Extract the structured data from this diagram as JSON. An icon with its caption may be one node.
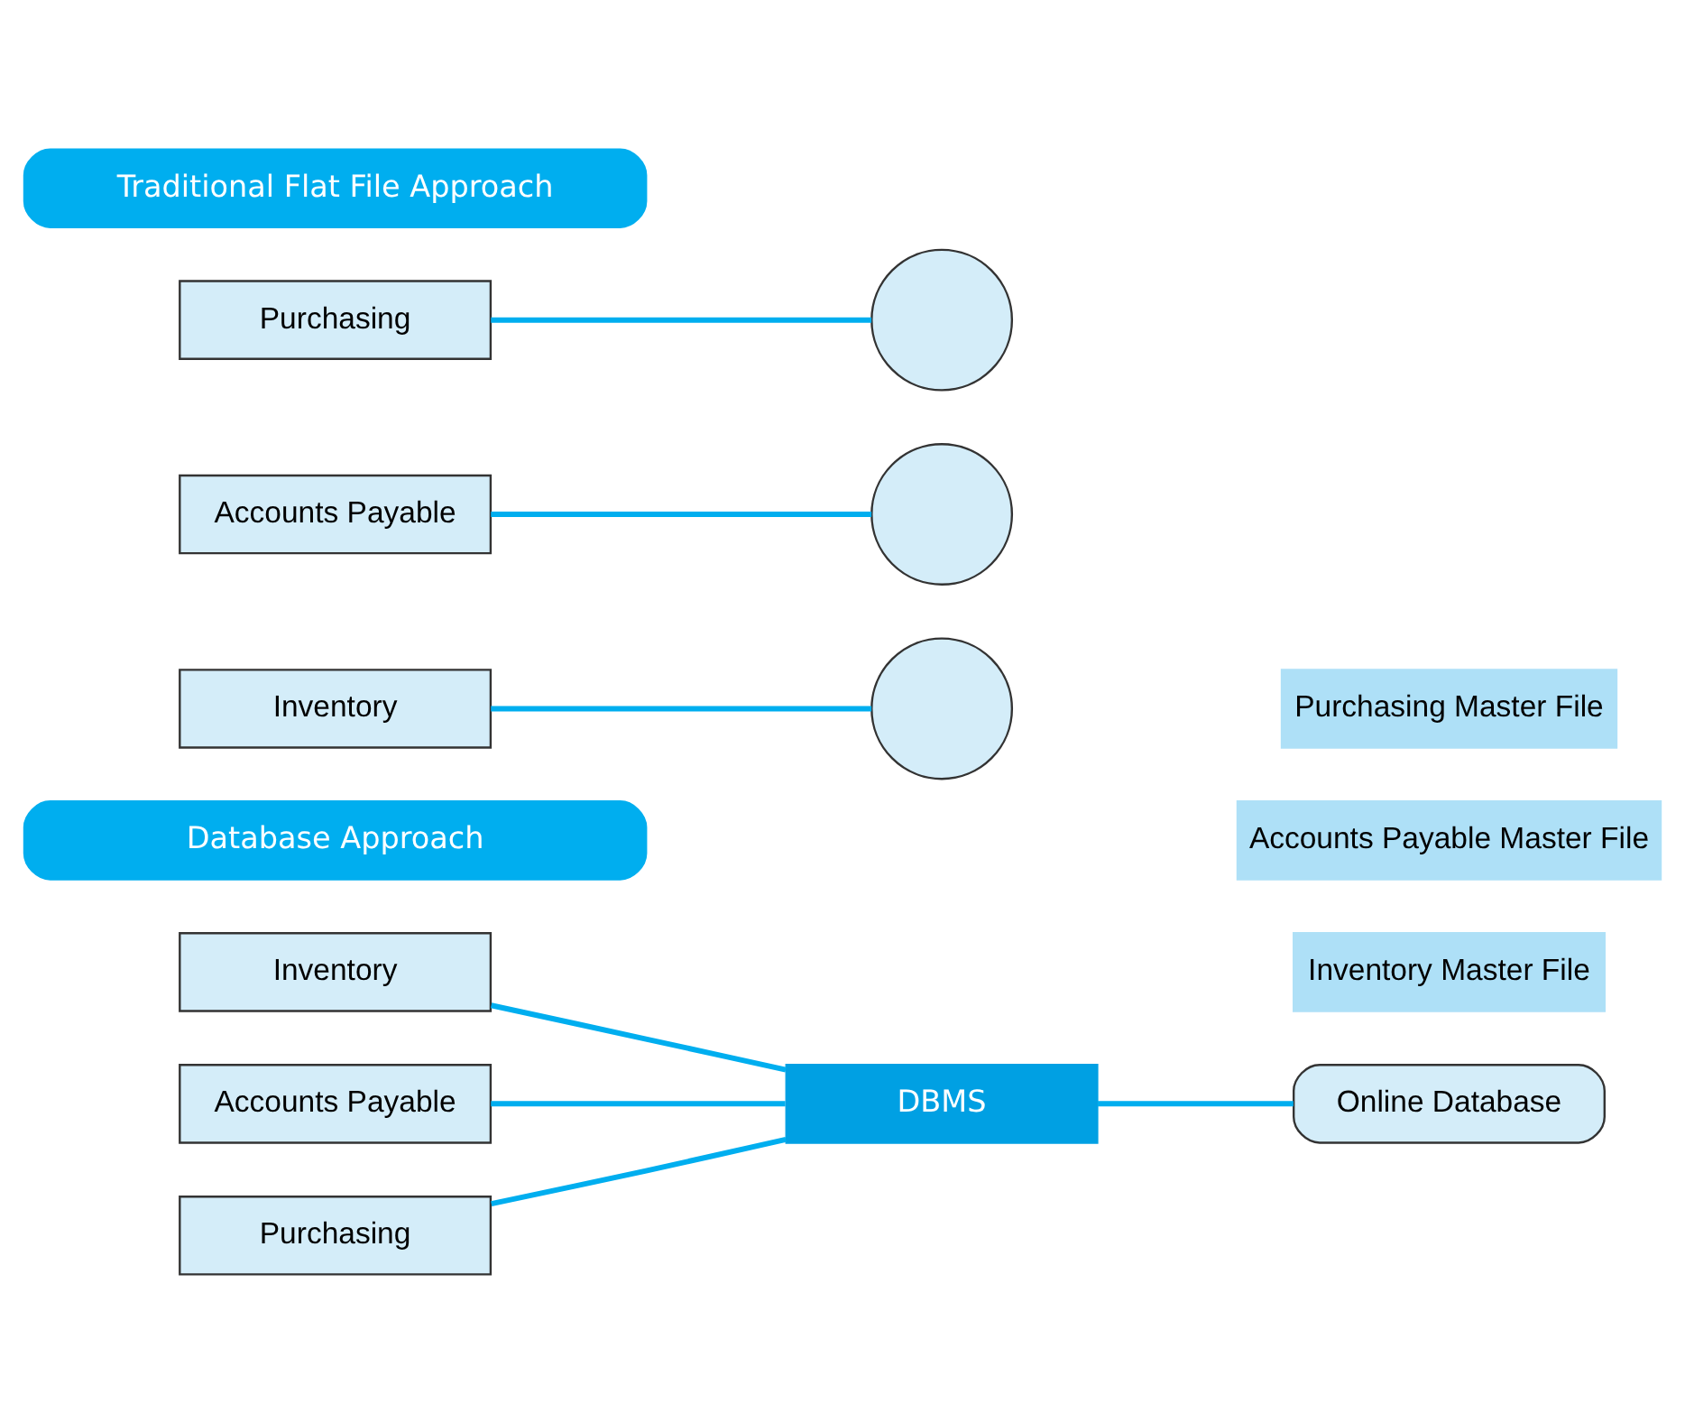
{
  "diagram": {
    "nodes": [
      {
        "text": [
          "Traditional Flat File Approach"
        ]
      },
      {
        "text": [
          "Purchasing"
        ]
      },
      {
        "text": [],
        "shape": "circle"
      },
      {
        "text": [
          "Purchasing Master File"
        ]
      },
      {
        "text": [
          "Accounts Payable"
        ]
      },
      {
        "text": [],
        "shape": "circle"
      },
      {
        "text": [
          "Accounts Payable Master File"
        ]
      },
      {
        "text": [
          "Inventory"
        ]
      },
      {
        "text": [],
        "shape": "circle"
      },
      {
        "text": [
          "Inventory Master File"
        ]
      },
      {
        "text": [
          "Database Approach"
        ]
      },
      {
        "text": [
          "Purchasing"
        ]
      },
      {
        "text": [
          "Accounts Payable"
        ]
      },
      {
        "text": [
          "DBMS"
        ]
      },
      {
        "text": [
          "Online Database"
        ]
      },
      {
        "text": [
          "Inventory"
        ]
      }
    ],
    "edges": [
      {
        "from": 1,
        "to": 2,
        "arrow": "none"
      },
      {
        "from": 4,
        "to": 5,
        "arrow": "none"
      },
      {
        "from": 7,
        "to": 8,
        "arrow": "none"
      },
      {
        "from": 11,
        "to": 13,
        "arrow": "none"
      },
      {
        "from": 12,
        "to": 13,
        "arrow": "none"
      },
      {
        "from": 15,
        "to": 13,
        "arrow": "none"
      },
      {
        "from": 13,
        "to": 14,
        "arrow": "none"
      }
    ]
  }
}
